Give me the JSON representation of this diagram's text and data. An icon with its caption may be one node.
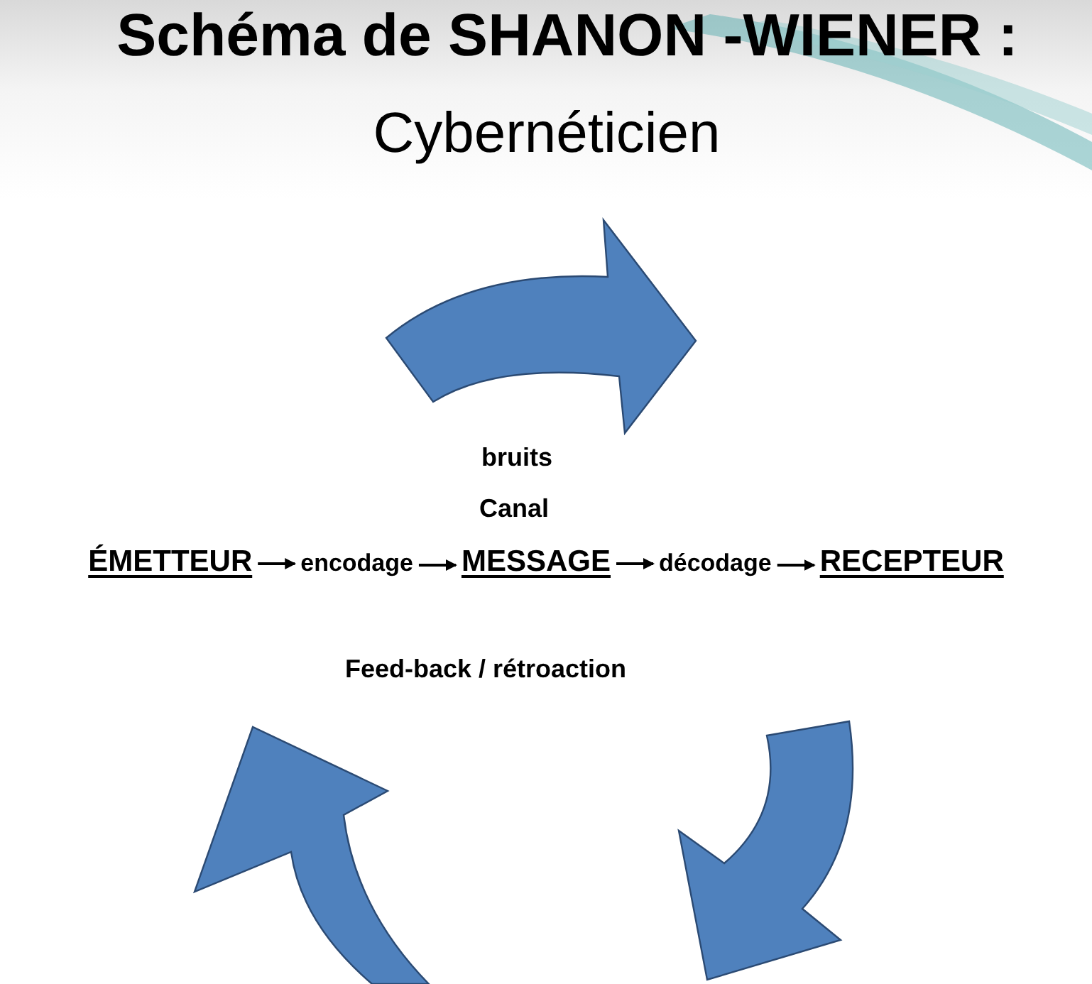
{
  "diagram": {
    "title": "Schéma de SHANON -WIENER :",
    "nodes": [
      {
        "text": [
          "ÉMETTEUR"
        ]
      },
      {
        "text": [
          "encodage"
        ]
      },
      {
        "text": [
          "MESSAGE"
        ]
      },
      {
        "text": [
          "décodage"
        ]
      },
      {
        "text": [
          "RECEPTEUR"
        ]
      }
    ],
    "edges": [
      {
        "from": 0,
        "to": 1,
        "arrow": "to"
      },
      {
        "from": 1,
        "to": 2,
        "arrow": "to"
      },
      {
        "from": 2,
        "to": 3,
        "arrow": "to"
      },
      {
        "from": 3,
        "to": 4,
        "arrow": "to"
      }
    ],
    "labels": [
      "Cybernéticien",
      "bruits",
      "Canal",
      "Feed-back / rétroaction"
    ]
  }
}
